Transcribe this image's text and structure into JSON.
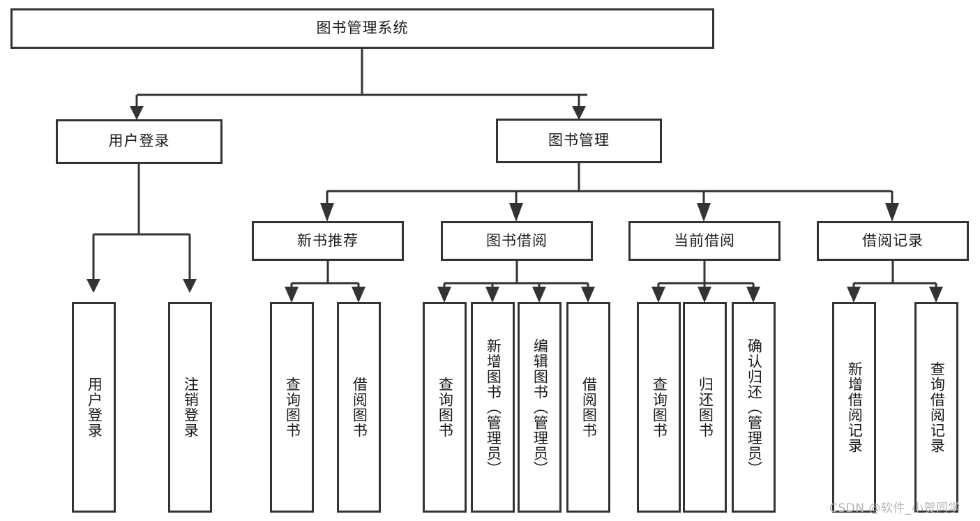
{
  "diagram": {
    "type": "tree-hierarchy-chart",
    "title": "图书管理系统",
    "background_color": "#ffffff",
    "line_color": "#333333",
    "text_color": "#1a1a1a",
    "levels": {
      "root": {
        "label": "图书管理系统",
        "orientation": "horizontal"
      },
      "level2": [
        {
          "label": "用户登录",
          "orientation": "horizontal"
        },
        {
          "label": "图书管理",
          "orientation": "horizontal"
        }
      ],
      "level3": [
        {
          "label": "新书推荐",
          "orientation": "horizontal",
          "parent": "图书管理"
        },
        {
          "label": "图书借阅",
          "orientation": "horizontal",
          "parent": "图书管理"
        },
        {
          "label": "当前借阅",
          "orientation": "horizontal",
          "parent": "图书管理"
        },
        {
          "label": "借阅记录",
          "orientation": "horizontal",
          "parent": "图书管理"
        }
      ],
      "leaves": [
        {
          "label": "用户登录",
          "orientation": "vertical",
          "parent": "用户登录"
        },
        {
          "label": "注销登录",
          "orientation": "vertical",
          "parent": "用户登录"
        },
        {
          "label": "查询图书",
          "orientation": "vertical",
          "parent": "新书推荐"
        },
        {
          "label": "借阅图书",
          "orientation": "vertical",
          "parent": "新书推荐"
        },
        {
          "label": "查询图书",
          "orientation": "vertical",
          "parent": "图书借阅"
        },
        {
          "label": "新增图书（管理员）",
          "orientation": "vertical",
          "parent": "图书借阅"
        },
        {
          "label": "编辑图书（管理员）",
          "orientation": "vertical",
          "parent": "图书借阅"
        },
        {
          "label": "借阅图书",
          "orientation": "vertical",
          "parent": "图书借阅"
        },
        {
          "label": "查询图书",
          "orientation": "vertical",
          "parent": "当前借阅"
        },
        {
          "label": "归还图书",
          "orientation": "vertical",
          "parent": "当前借阅"
        },
        {
          "label": "确认归还（管理员）",
          "orientation": "vertical",
          "parent": "当前借阅"
        },
        {
          "label": "新增借阅记录",
          "orientation": "vertical",
          "parent": "借阅记录"
        },
        {
          "label": "查询借阅记录",
          "orientation": "vertical",
          "parent": "借阅记录"
        }
      ]
    }
  },
  "watermark": {
    "text": "CSDN @软件_小贺同学"
  }
}
